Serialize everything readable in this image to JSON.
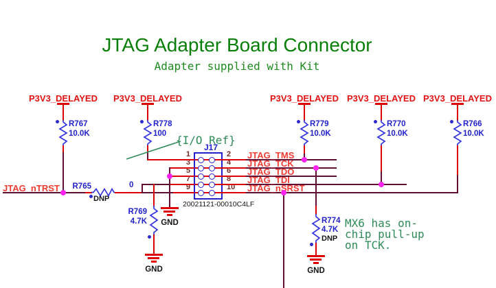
{
  "title": "JTAG Adapter Board Connector",
  "subtitle": "Adapter supplied with Kit",
  "annotations": {
    "io_ref": "{I/O Ref}",
    "note_line1": "MX6 has on-",
    "note_line2": "chip pull-up",
    "note_line3": "on TCK."
  },
  "power": {
    "net": "P3V3_DELAYED"
  },
  "ground_label": "GND",
  "signals": {
    "tms": "JTAG_TMS",
    "tck": "JTAG_TCK",
    "tdo": "JTAG_TDO",
    "tdi": "JTAG_TDI",
    "nsrst": "JTAG_nSRST",
    "ntrst": "JTAG_nTRST"
  },
  "connector": {
    "refdes": "J17",
    "part_number": "20021121-00010C4LF",
    "left_pins": [
      "1",
      "3",
      "5",
      "7",
      "9"
    ],
    "right_pins": [
      "2",
      "4",
      "6",
      "8",
      "10"
    ]
  },
  "resistors": {
    "r767": {
      "ref": "R767",
      "value": "10.0K"
    },
    "r778": {
      "ref": "R778",
      "value": "100"
    },
    "r779": {
      "ref": "R779",
      "value": "10.0K"
    },
    "r770": {
      "ref": "R770",
      "value": "10.0K"
    },
    "r766": {
      "ref": "R766",
      "value": "10.0K"
    },
    "r765": {
      "ref": "R765",
      "value": "0",
      "dnp": "DNP"
    },
    "r769": {
      "ref": "R769",
      "value": "4.7K"
    },
    "r774": {
      "ref": "R774",
      "value": "4.7K",
      "dnp": "DNP"
    }
  },
  "colors": {
    "wire_red": "#dc0000",
    "bus_maroon": "#600f33",
    "component_blue": "#2222cc",
    "junction_magenta": "#ff22f0",
    "title_green": "#087f08",
    "note_green": "#2e8b57",
    "net_red": "#e01212"
  }
}
